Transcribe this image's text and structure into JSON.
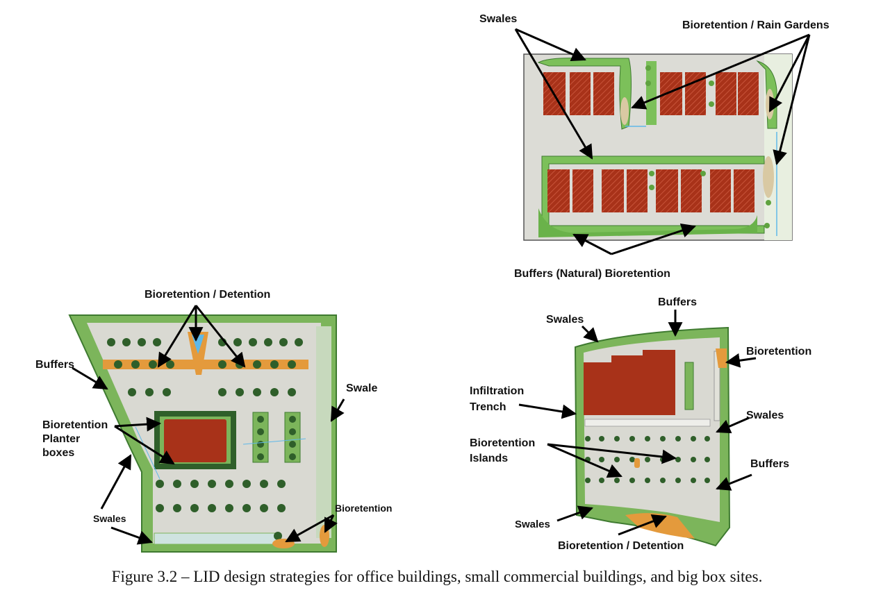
{
  "labels": {
    "tr_swales": "Swales",
    "tr_bioretention": "Bioretention / Rain Gardens",
    "tr_buffers": "Buffers (Natural) Bioretention",
    "l_bioretention_detention": "Bioretention / Detention",
    "l_buffers": "Buffers",
    "l_swale": "Swale",
    "l_planter_1": "Bioretention",
    "l_planter_2": "Planter",
    "l_planter_3": "boxes",
    "l_swales": "Swales",
    "l_bioretention": "Bioretention",
    "r_buffers_top": "Buffers",
    "r_swales_top": "Swales",
    "r_bioretention": "Bioretention",
    "r_infiltration_1": "Infiltration",
    "r_infiltration_2": "Trench",
    "r_swales_mid": "Swales",
    "r_islands_1": "Bioretention",
    "r_islands_2": "Islands",
    "r_buffers_mid": "Buffers",
    "r_swales_bottom": "Swales",
    "r_bioretention_detention": "Bioretention / Detention"
  },
  "caption": "Figure 3.2 – LID design strategies for office buildings, small commercial buildings, and big box sites.",
  "colors": {
    "building": "#a83219",
    "green": "#6fae4f",
    "dark_green": "#2f5f2a",
    "pavement": "#d8d8d0",
    "orange": "#e49a3c",
    "water": "#5fb8e8"
  }
}
